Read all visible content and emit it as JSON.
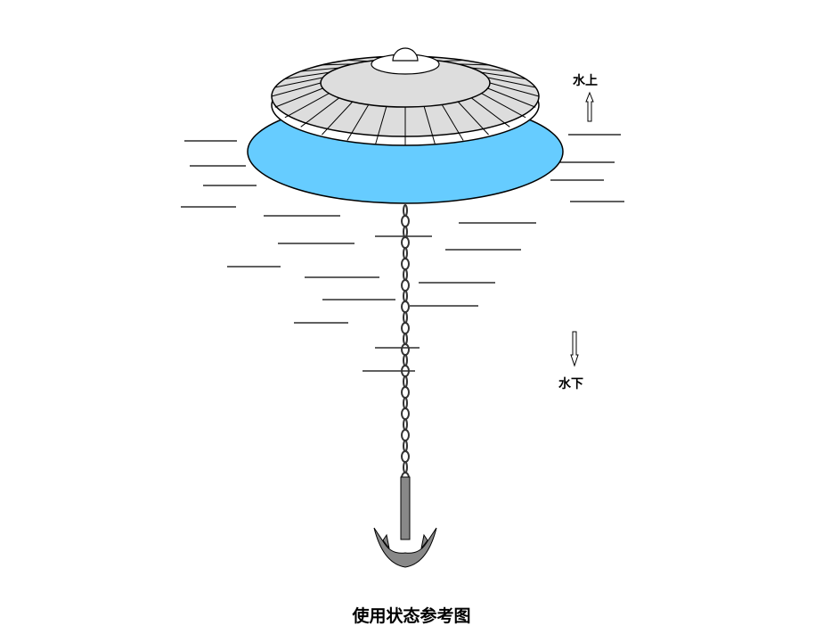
{
  "labels": {
    "above_water": "水上",
    "below_water": "水下",
    "caption": "使用状态参考图"
  },
  "colors": {
    "water": "#66CCFF",
    "panel": "#DDDDDD",
    "anchor": "#888888"
  }
}
